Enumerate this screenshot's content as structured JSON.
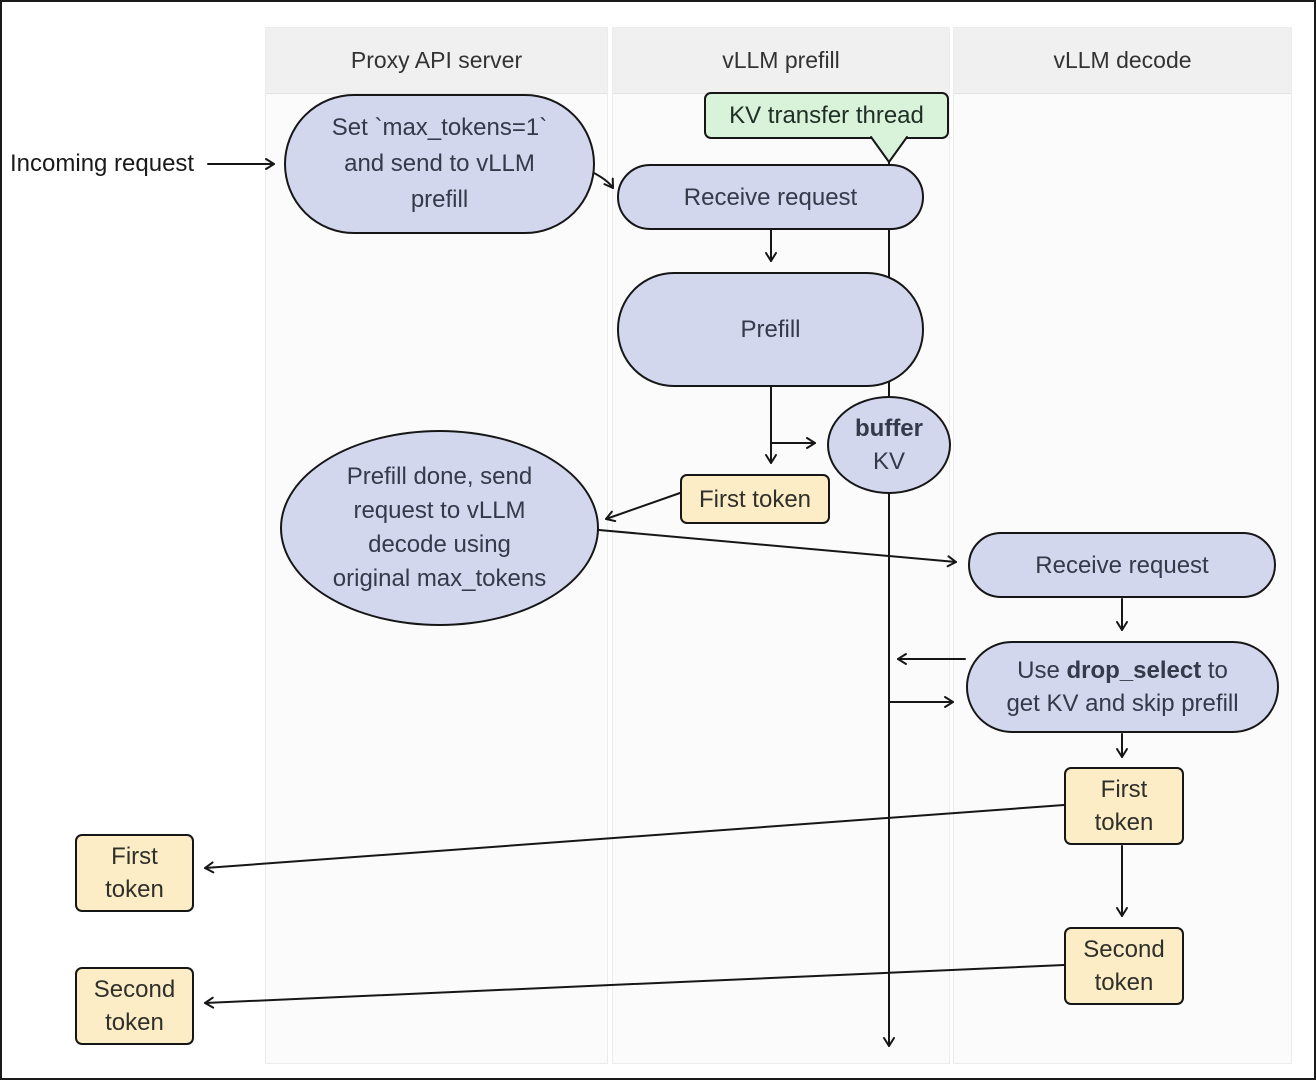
{
  "colors": {
    "node-lavender": "#d2d7ee",
    "node-yellow": "#fcedc7",
    "node-green": "#d9f3db",
    "stroke": "#161616",
    "column-header-bg": "#f0f0f0",
    "column-body-bg": "#fbfbfb"
  },
  "columns": [
    {
      "title": "Proxy API server"
    },
    {
      "title": "vLLM prefill"
    },
    {
      "title": "vLLM decode"
    }
  ],
  "labels": {
    "incoming_request": "Incoming request"
  },
  "nodes": {
    "set_max_tokens": {
      "lines": [
        "Set `max_tokens=1`",
        "and send to vLLM",
        "prefill"
      ]
    },
    "kv_transfer_thread": {
      "label": "KV transfer thread"
    },
    "receive_request_prefill": {
      "label": "Receive request"
    },
    "prefill": {
      "label": "Prefill"
    },
    "buffer_kv": {
      "bold": "buffer",
      "rest": "KV"
    },
    "first_token_prefill": {
      "label": "First token"
    },
    "prefill_done": {
      "lines": [
        "Prefill done, send",
        "request to vLLM",
        "decode using",
        "original max_tokens"
      ]
    },
    "receive_request_decode": {
      "label": "Receive request"
    },
    "drop_select": {
      "pre": "Use ",
      "bold": "drop_select",
      "post": " to",
      "line2": "get KV and skip prefill"
    },
    "first_token_decode": {
      "lines": [
        "First",
        "token"
      ]
    },
    "second_token_decode": {
      "lines": [
        "Second",
        "token"
      ]
    }
  },
  "outputs": {
    "first_token": {
      "lines": [
        "First",
        "token"
      ]
    },
    "second_token": {
      "lines": [
        "Second",
        "token"
      ]
    }
  }
}
